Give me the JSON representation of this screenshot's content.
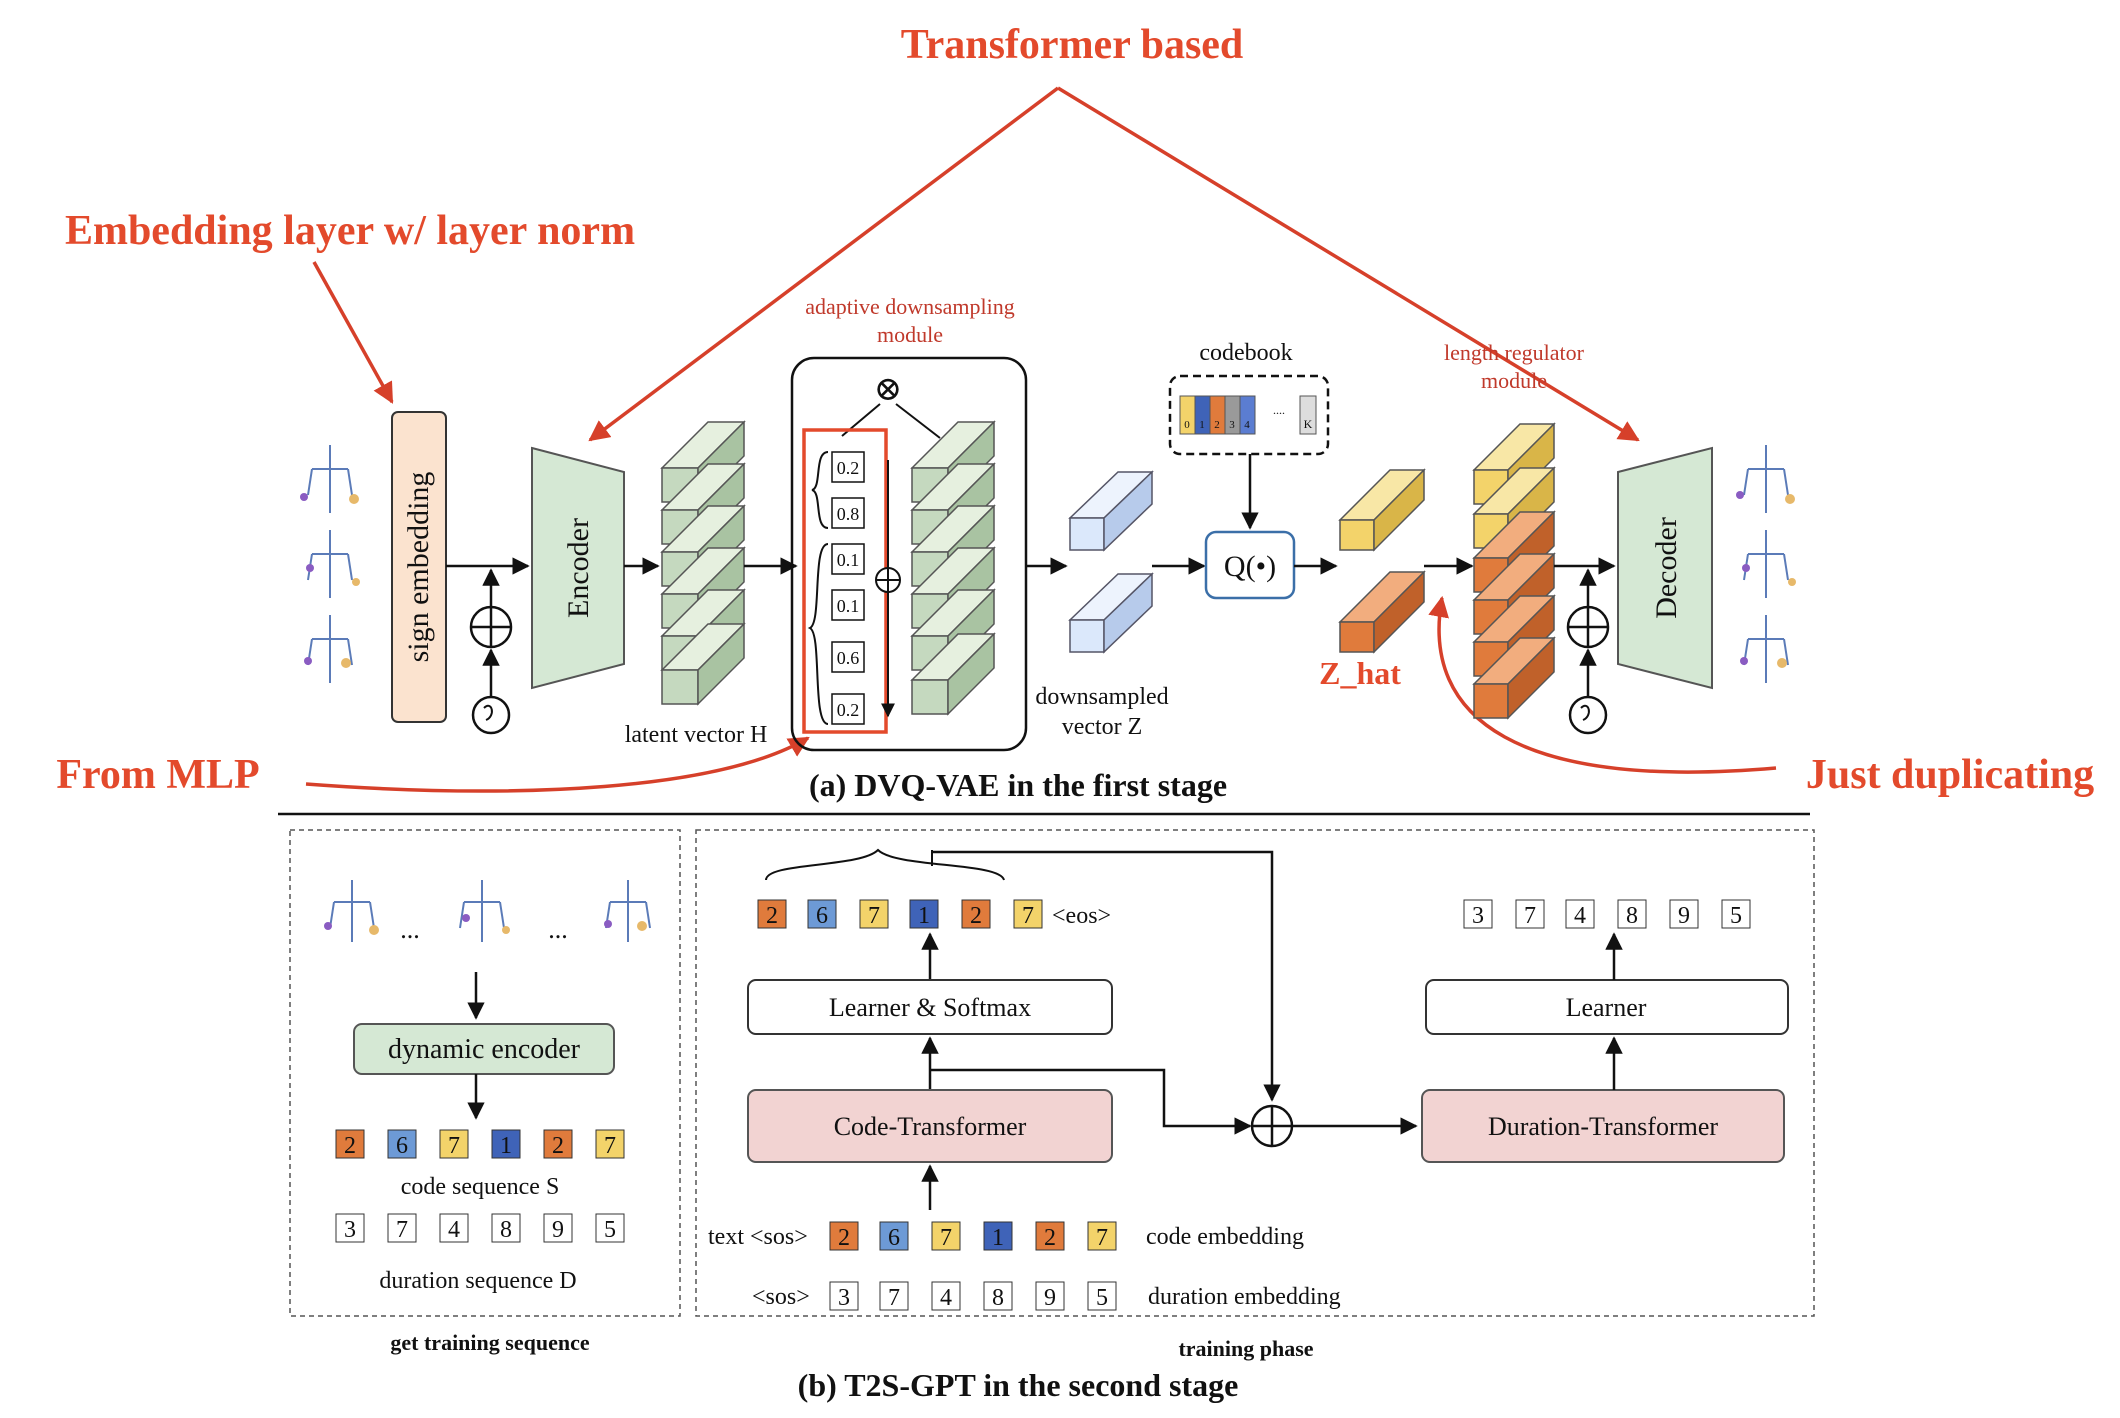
{
  "annotations": {
    "transformer_based": "Transformer based",
    "embedding_layer": "Embedding layer w/ layer norm",
    "from_mlp": "From MLP",
    "just_duplicating": "Just duplicating",
    "z_hat": "Z_hat"
  },
  "stage1": {
    "caption": "(a) DVQ-VAE in the first stage",
    "sign_embedding": "sign embedding",
    "encoder": "Encoder",
    "decoder": "Decoder",
    "latent_vector": "latent vector  H",
    "adaptive_module_line1": "adaptive downsampling",
    "adaptive_module_line2": "module",
    "weights": [
      "0.2",
      "0.8",
      "0.1",
      "0.1",
      "0.6",
      "0.2"
    ],
    "downsampled_line1": "downsampled",
    "downsampled_line2": "vector  Z",
    "codebook": "codebook",
    "codebook_entries": [
      "0",
      "1",
      "2",
      "3",
      "4",
      "....",
      "K"
    ],
    "quantizer": "Q(•)",
    "length_regulator_line1": "length regulator",
    "length_regulator_line2": "module",
    "multiply_symbol": "⊗",
    "plus_symbol": "⊕"
  },
  "stage2": {
    "caption": "(b) T2S-GPT in the second stage",
    "left_panel_label": "get training sequence",
    "right_panel_label": "training phase",
    "dynamic_encoder": "dynamic encoder",
    "code_sequence_label": "code sequence S",
    "duration_sequence_label": "duration sequence D",
    "ellipsis": "...",
    "code_sequence": [
      "2",
      "6",
      "7",
      "1",
      "2",
      "7"
    ],
    "duration_sequence": [
      "3",
      "7",
      "4",
      "8",
      "9",
      "5"
    ],
    "eos": "<eos>",
    "learner_softmax": "Learner & Softmax",
    "code_transformer": "Code-Transformer",
    "learner": "Learner",
    "duration_transformer": "Duration-Transformer",
    "text_sos": "text <sos>",
    "sos": "<sos>",
    "code_embedding": "code embedding",
    "duration_embedding": "duration embedding"
  },
  "colors": {
    "annotation_red": "#e34a2c",
    "code_orange": "#e07b3c",
    "code_blue_light": "#6d9ad6",
    "code_yellow": "#f3d36a",
    "code_blue_dark": "#3f63b8",
    "encoder_green": "#d5e8d4",
    "embedding_peach": "#fbe3cf",
    "transformer_pink": "#f2d3d2",
    "latent_blue": "#dbe8fb"
  }
}
